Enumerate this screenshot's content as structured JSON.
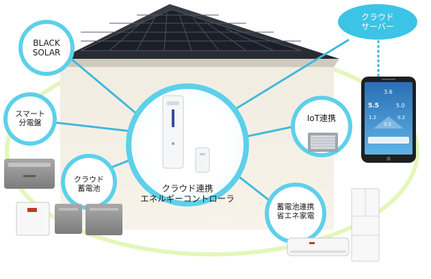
{
  "nodes": {
    "center": {
      "line1": "クラウド連携",
      "line2": "エネルギーコントローラ"
    },
    "solar": {
      "line1": "BLACK",
      "line2": "SOLAR"
    },
    "cloud": {
      "line1": "クラウド",
      "line2": "サーバー"
    },
    "smart_panel": {
      "line1": "スマート",
      "line2": "分電盤"
    },
    "iot": {
      "label": "IoT連携"
    },
    "battery": {
      "line1": "クラウド",
      "line2": "蓄電池"
    },
    "appliances": {
      "line1": "蓄電池連携",
      "line2": "省エネ家電"
    }
  },
  "phone_screen": {
    "values": [
      "3.6",
      "5.5",
      "5.0",
      "1.2",
      "0.5",
      "0.2"
    ]
  },
  "colors": {
    "circle_ring": "#5dd0ea",
    "connector": "#3fb8dc",
    "cloud_fill": "#3cc4e6",
    "orbit": "#e4f6b9",
    "roof": "#2b2f37",
    "wall": "#f4efe2"
  }
}
